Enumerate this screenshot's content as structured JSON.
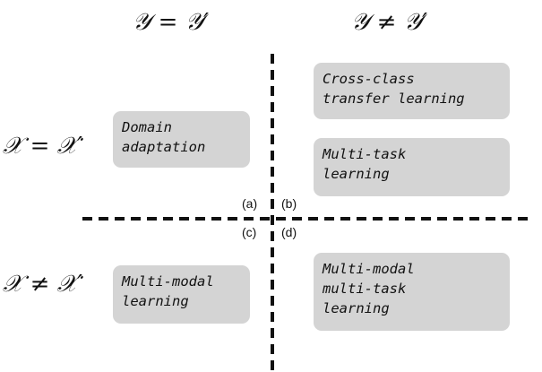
{
  "headers": {
    "col_same": "𝒴 = 𝒴′",
    "col_diff": "𝒴 ≠ 𝒴′",
    "row_same": "𝒳 = 𝒳′",
    "row_diff": "𝒳 ≠ 𝒳′"
  },
  "quadrant_labels": {
    "a": "(a)",
    "b": "(b)",
    "c": "(c)",
    "d": "(d)"
  },
  "boxes": {
    "domain_adaptation": [
      "Domain",
      "adaptation"
    ],
    "cross_class": [
      "Cross-class",
      "transfer learning"
    ],
    "multi_task": [
      "Multi-task",
      "learning"
    ],
    "multi_modal": [
      "Multi-modal",
      "learning"
    ],
    "multi_modal_multi_task": [
      "Multi-modal",
      "multi-task",
      "learning"
    ]
  },
  "colors": {
    "box_fill": "#d4d4d4",
    "divider": "#111111"
  }
}
